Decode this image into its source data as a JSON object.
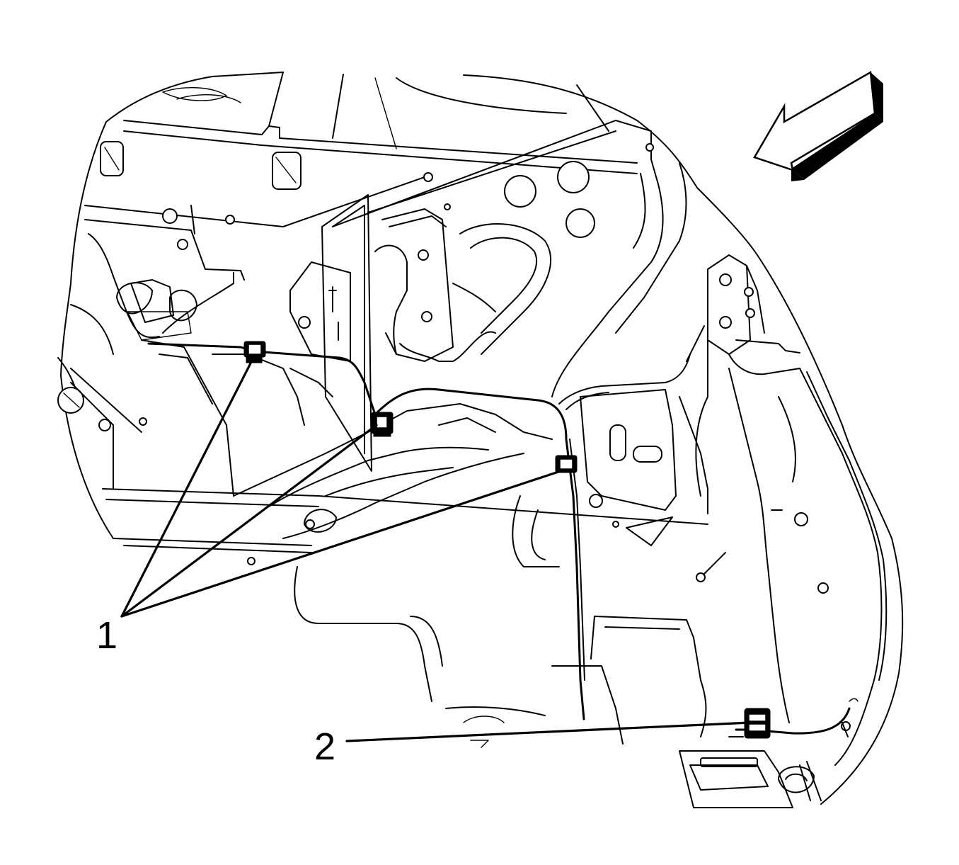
{
  "callouts": [
    {
      "id": "1",
      "label": "1"
    },
    {
      "id": "2",
      "label": "2"
    }
  ],
  "icons": {
    "direction_arrow": "front-direction-arrow-icon"
  },
  "colors": {
    "line": "#000000",
    "background": "#ffffff"
  }
}
